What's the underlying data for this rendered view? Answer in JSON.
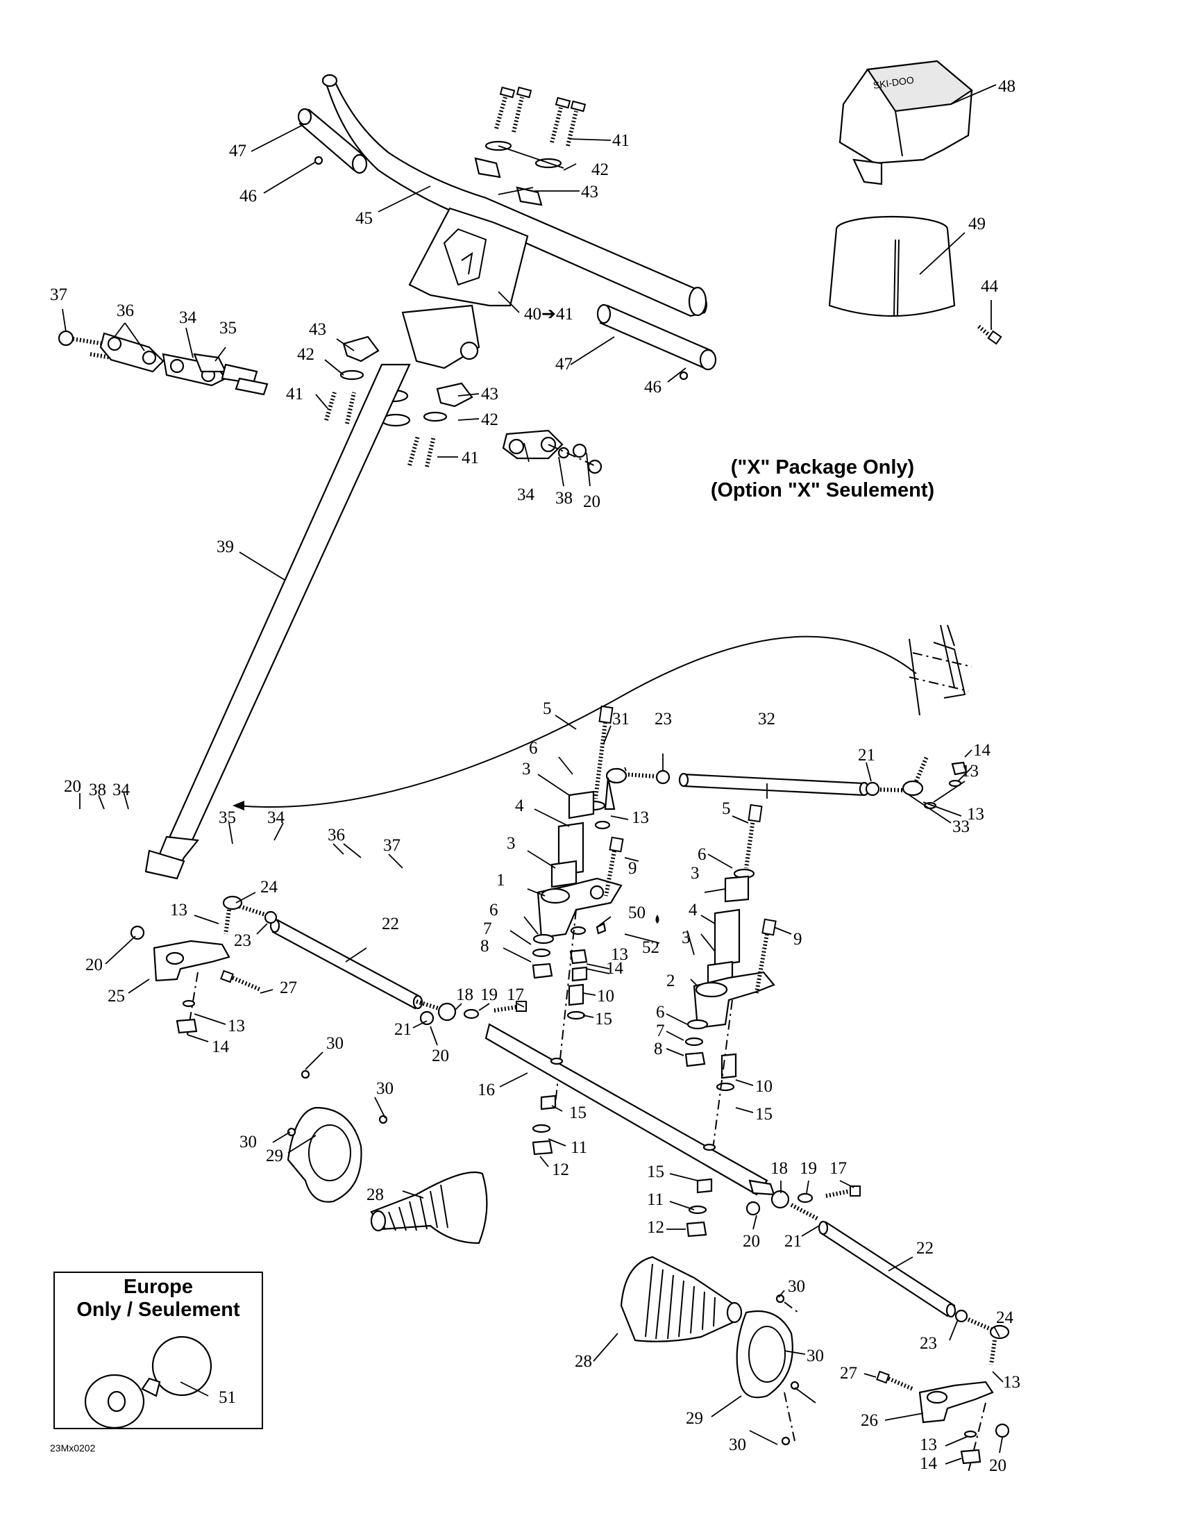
{
  "package_note": {
    "line1": "(\"X\" Package Only)",
    "line2": "(Option \"X\" Seulement)"
  },
  "europe_box": {
    "line1": "Europe",
    "line2": "Only / Seulement",
    "part": "51"
  },
  "reference_code": "23Mx0202",
  "logo_text": "SKI-DOO",
  "callouts": {
    "c48": "48",
    "c49": "49",
    "c44": "44",
    "c47a": "47",
    "c46a": "46",
    "c45": "45",
    "c41a": "41",
    "c42a": "42",
    "c43a": "43",
    "c40": "40➔41",
    "c47b": "47",
    "c46b": "46",
    "c37a": "37",
    "c36a": "36",
    "c34a": "34",
    "c35a": "35",
    "c43b": "43",
    "c42b": "42",
    "c41b": "41",
    "c43c": "43",
    "c42c": "42",
    "c41c": "41",
    "c34b": "34",
    "c38a": "38",
    "c20a": "20",
    "c39": "39",
    "c5a": "5",
    "c31": "31",
    "c23a": "23",
    "c32": "32",
    "c21a": "21",
    "c14a": "14",
    "c13a": "13",
    "c13b": "13",
    "c33": "33",
    "c6a": "6",
    "c3a": "3",
    "c4a": "4",
    "c13c": "13",
    "c3b": "3",
    "c9a": "9",
    "c1": "1",
    "c6b": "6",
    "c7a": "7",
    "c8a": "8",
    "c50": "50",
    "c52": "52",
    "c13d": "13",
    "c14b": "14",
    "c10a": "10",
    "c15a": "15",
    "c5b": "5",
    "c6c": "6",
    "c3c": "3",
    "c4b": "4",
    "c3d": "3",
    "c9b": "9",
    "c2": "2",
    "c6d": "6",
    "c7b": "7",
    "c8b": "8",
    "c10b": "10",
    "c15b": "15",
    "c20b": "20",
    "c38b": "38",
    "c34c": "34",
    "c35b": "35",
    "c34d": "34",
    "c36b": "36",
    "c37b": "37",
    "c24a": "24",
    "c13e": "13",
    "c23b": "23",
    "c22a": "22",
    "c20c": "20",
    "c25": "25",
    "c27a": "27",
    "c13f": "13",
    "c14c": "14",
    "c21b": "21",
    "c18a": "18",
    "c19a": "19",
    "c17a": "17",
    "c20d": "20",
    "c16": "16",
    "c15c": "15",
    "c11a": "11",
    "c12a": "12",
    "c30a": "30",
    "c30b": "30",
    "c30c": "30",
    "c29a": "29",
    "c28a": "28",
    "c18b": "18",
    "c19b": "19",
    "c17b": "17",
    "c15d": "15",
    "c11b": "11",
    "c12b": "12",
    "c20e": "20",
    "c21c": "21",
    "c22b": "22",
    "c30d": "30",
    "c28b": "28",
    "c30e": "30",
    "c29b": "29",
    "c30f": "30",
    "c23c": "23",
    "c24b": "24",
    "c13g": "13",
    "c27b": "27",
    "c26": "26",
    "c13h": "13",
    "c14d": "14",
    "c20f": "20"
  }
}
